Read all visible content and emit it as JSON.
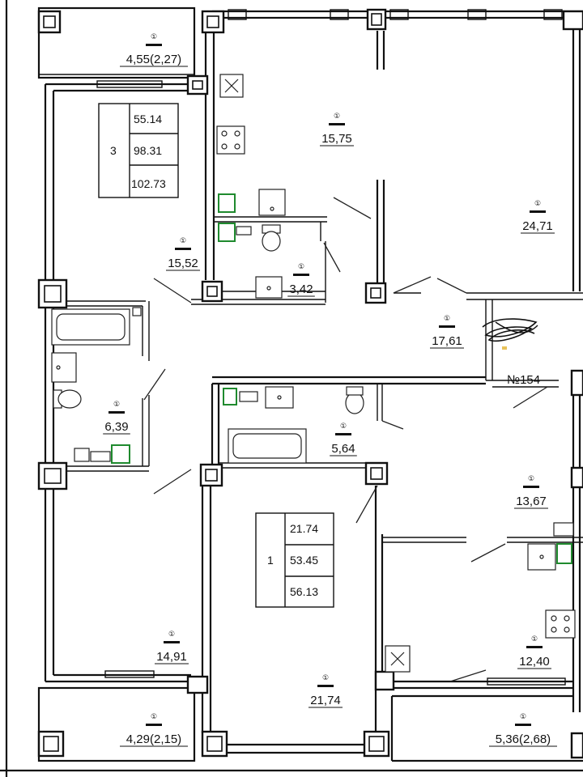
{
  "apartment_number": "№154",
  "room_marker": "①",
  "rooms": [
    {
      "id": "balcony-top-left",
      "area": "4,55",
      "alt": "(2,27)"
    },
    {
      "id": "kitchen-top",
      "area": "15,75"
    },
    {
      "id": "living-right",
      "area": "24,71"
    },
    {
      "id": "bedroom-left",
      "area": "15,52"
    },
    {
      "id": "wc-top",
      "area": "3,42"
    },
    {
      "id": "hall-center",
      "area": "17,61"
    },
    {
      "id": "bath-left",
      "area": "6,39"
    },
    {
      "id": "bath-center",
      "area": "5,64"
    },
    {
      "id": "hall-right",
      "area": "13,67"
    },
    {
      "id": "kitchen-right",
      "area": "12,40"
    },
    {
      "id": "bedroom-bottom-left",
      "area": "14,91"
    },
    {
      "id": "room-bottom-center",
      "area": "21,74"
    },
    {
      "id": "balcony-bottom-left",
      "area": "4,29",
      "alt": "(2,15)"
    },
    {
      "id": "balcony-bottom-right",
      "area": "5,36",
      "alt": "(2,68)"
    }
  ],
  "tables": [
    {
      "rooms": "3",
      "values": [
        "55.14",
        "98.31",
        "102.73"
      ]
    },
    {
      "rooms": "1",
      "values": [
        "21.74",
        "53.45",
        "56.13"
      ]
    }
  ]
}
